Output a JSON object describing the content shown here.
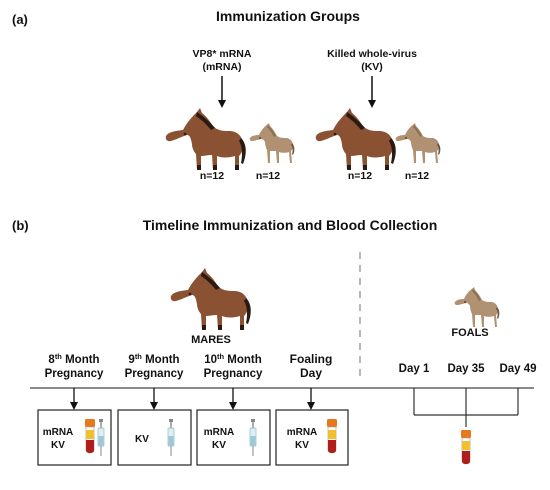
{
  "panel_a": {
    "label": "(a)",
    "title": "Immunization Groups",
    "groups": [
      {
        "name_line1": "VP8* mRNA",
        "name_line2": "(mRNA)",
        "mare_n": "n=12",
        "foal_n": "n=12"
      },
      {
        "name_line1": "Killed whole-virus",
        "name_line2": "(KV)",
        "mare_n": "n=12",
        "foal_n": "n=12"
      }
    ]
  },
  "panel_b": {
    "label": "(b)",
    "title": "Timeline Immunization and Blood Collection",
    "mares_label": "MARES",
    "foals_label": "FOALS",
    "events": [
      {
        "num": "8",
        "sup": "th",
        "line1_rest": " Month",
        "line2": "Pregnancy",
        "box_line1": "mRNA",
        "box_line2": "KV"
      },
      {
        "num": "9",
        "sup": "th",
        "line1_rest": " Month",
        "line2": "Pregnancy",
        "box_line1": "",
        "box_line2": "KV"
      },
      {
        "num": "10",
        "sup": "th",
        "line1_rest": " Month",
        "line2": "Pregnancy",
        "box_line1": "mRNA",
        "box_line2": "KV"
      },
      {
        "num": "",
        "sup": "",
        "line1_rest": "Foaling",
        "line2": "Day",
        "box_line1": "mRNA",
        "box_line2": "KV"
      }
    ],
    "foal_days": [
      "Day 1",
      "Day 35",
      "Day 49"
    ]
  },
  "colors": {
    "horse_brown": "#8a5232",
    "horse_dark": "#2a1a12",
    "foal_tan": "#b09272",
    "blood_red": "#b11c1c",
    "tube_cap": "#e8781e",
    "tube_label": "#f2c02e",
    "syringe_blue": "#9cc8d8",
    "divider": "#8a8a8a"
  }
}
